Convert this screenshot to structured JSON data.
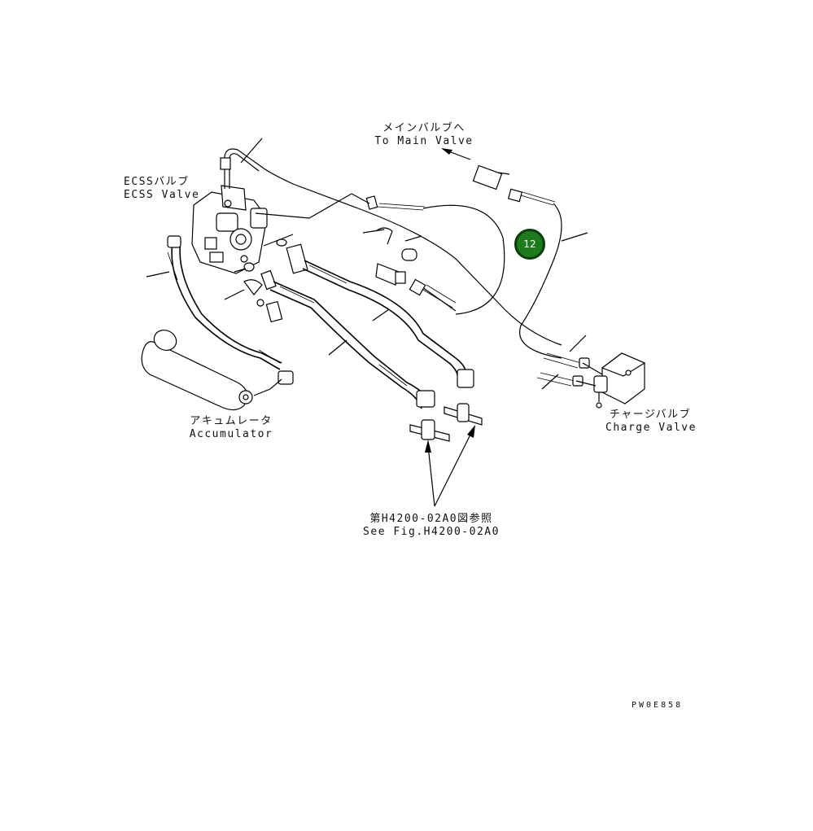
{
  "labels": {
    "ecss_valve": {
      "jp": "ECSSバルブ",
      "en": "ECSS Valve"
    },
    "main_valve": {
      "jp": "メインバルブへ",
      "en": "To Main Valve"
    },
    "accumulator": {
      "jp": "アキュムレータ",
      "en": "Accumulator"
    },
    "charge_valve": {
      "jp": "チャージバルブ",
      "en": "Charge Valve"
    },
    "see_fig": {
      "jp": "第H4200-02A0図参照",
      "en": "See Fig.H4200-02A0"
    }
  },
  "callout": {
    "number": "12",
    "color": "#1d7a1d"
  },
  "figure_code": "PW0E858"
}
